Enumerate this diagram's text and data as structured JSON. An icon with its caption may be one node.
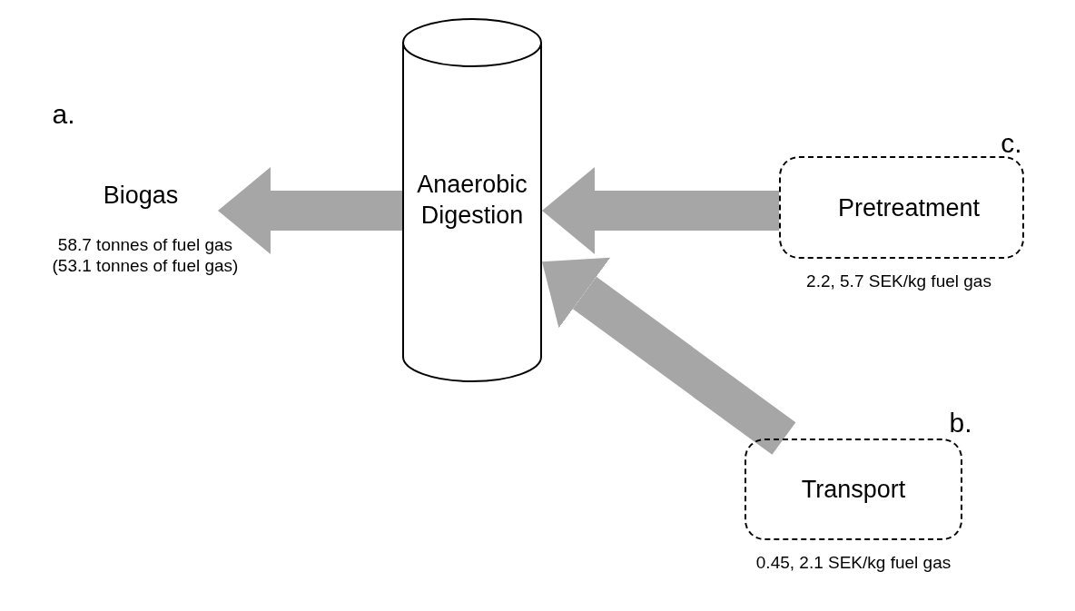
{
  "diagram": {
    "nodes": [
      {
        "text": [
          "Anaerobic Digestion"
        ]
      },
      {
        "text": [
          "Biogas"
        ],
        "beside": [
          "a.",
          "58.7 tonnes of fuel gas",
          "(53.1 tonnes of fuel gas)"
        ]
      },
      {
        "text": [
          "Pretreatment"
        ],
        "beside": [
          "c.",
          "2.2, 5.7 SEK/kg fuel gas"
        ]
      },
      {
        "text": [
          "Transport"
        ],
        "beside": [
          "b.",
          "0.45, 2.1 SEK/kg fuel gas"
        ]
      }
    ],
    "edges": [
      {
        "from": 0,
        "to": 1,
        "arrow": "to"
      },
      {
        "from": 2,
        "to": 0,
        "arrow": "to"
      },
      {
        "from": 3,
        "to": 0,
        "arrow": "to"
      }
    ]
  }
}
